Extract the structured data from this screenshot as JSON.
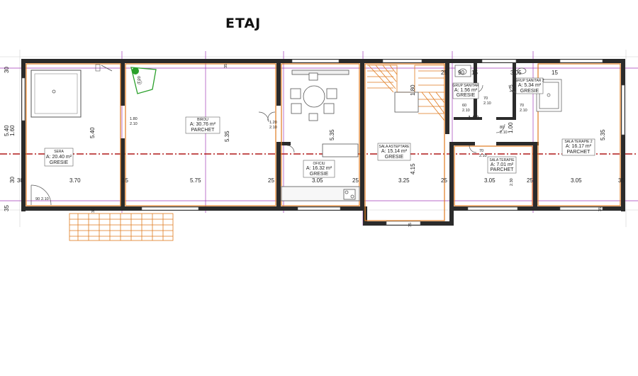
{
  "title": "ETAJ",
  "rooms": {
    "sera": {
      "name": "SERA",
      "area": "A: 20.40 m²",
      "floor": "GRESIE"
    },
    "birou": {
      "name": "BIROU",
      "area": "A: 30.76 m²",
      "floor": "PARCHET"
    },
    "oficiu": {
      "name": "OFICIU",
      "area": "A: 16.32 m²",
      "floor": "GRESIE"
    },
    "sala_asteptare": {
      "name": "SALA ASTEPTARE",
      "area": "A: 15.14 m²",
      "floor": "GRESIE"
    },
    "grup_sanitar_1": {
      "name": "GRUP SANITAR",
      "area": "A: 1.56 m²",
      "floor": "GRESIE"
    },
    "grup_sanitar_2": {
      "name": "GRUP SANITAR 2",
      "area": "A: 5.34 m²",
      "floor": "GRESIE"
    },
    "sala_terapie": {
      "name": "SALA TERAPIE",
      "area": "A: 7.01 m²",
      "floor": "PARCHET"
    },
    "sala_terapie_2": {
      "name": "SALA TERAPIE 2",
      "area": "A: 16.17 m²",
      "floor": "PARCHET"
    }
  },
  "dimensions": {
    "bottom_chain": [
      "30",
      "3.70",
      "35",
      "5.75",
      "25",
      "3.05",
      "25",
      "3.25",
      "25",
      "3.05",
      "25",
      "3.05",
      "35"
    ],
    "top_chain": [
      "25",
      "90",
      "15",
      "3.05",
      "15"
    ],
    "left_chain": [
      "30",
      "5.40",
      "1.60",
      "30",
      "35"
    ],
    "sera_height": "5.40",
    "birou_height": "5.35",
    "oficiu_height": "5.35",
    "sala_terapie2_height": "5.35",
    "stair_height": "4.15",
    "stair_top": "1.80",
    "door_birou": [
      "1.80",
      "2.10"
    ],
    "door_oficiu": [
      "1.20",
      "2.10"
    ],
    "door_sera": [
      "90",
      "2.10"
    ],
    "corridor_width": "1.50",
    "corridor_height": "1.00",
    "misc": [
      "35",
      "35",
      "35",
      "1.20",
      "1.75",
      "2.30",
      "70",
      "2.10",
      "60",
      "2.10",
      "70",
      "2.10",
      "80",
      "2.10",
      "70",
      "2.10",
      "35"
    ]
  }
}
